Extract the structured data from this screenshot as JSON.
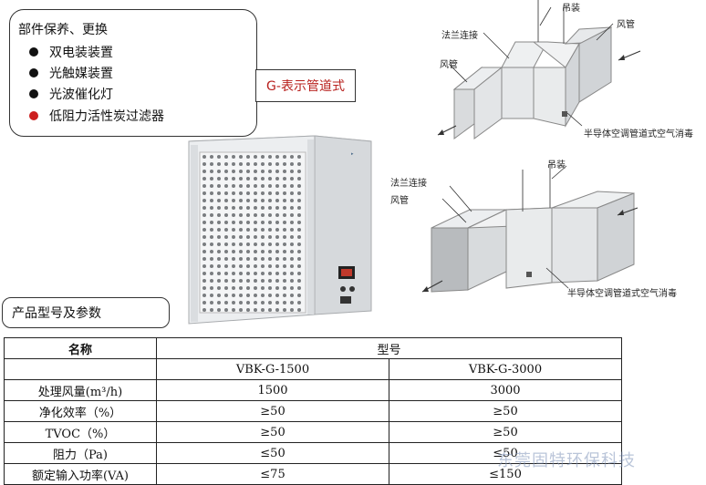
{
  "parts": {
    "title": "部件保养、更换",
    "items": [
      {
        "label": "双电装装置",
        "dot_color": "#111111"
      },
      {
        "label": "光触媒装置",
        "dot_color": "#111111"
      },
      {
        "label": "光波催化灯",
        "dot_color": "#111111"
      },
      {
        "label": "低阻力活性炭过滤器",
        "dot_color": "#cc1f1f"
      }
    ]
  },
  "g_label": "G-表示管道式",
  "model_section_title": "产品型号及参数",
  "diagram_top": {
    "hanger": "吊装",
    "flange": "法兰连接",
    "duct_right": "风管",
    "duct_left": "风管",
    "device": "半导体空调管道式空气消毒"
  },
  "diagram_bottom": {
    "hanger": "吊装",
    "flange": "法兰连接",
    "duct": "风管",
    "device": "半导体空调管道式空气消毒"
  },
  "table": {
    "col_name": "名称",
    "col_model": "型号",
    "models": [
      "VBK-G-1500",
      "VBK-G-3000"
    ],
    "rows": [
      {
        "name": "处理风量(m³/h)",
        "v1": "1500",
        "v2": "3000"
      },
      {
        "name": "净化效率（%）",
        "v1": "≥50",
        "v2": "≥50"
      },
      {
        "name": "TVOC（%）",
        "v1": "≥50",
        "v2": "≥50"
      },
      {
        "name": "阻力（Pa)",
        "v1": "≤50",
        "v2": "≤50"
      },
      {
        "name": "额定输入功率(VA)",
        "v1": "≤75",
        "v2": "≤150"
      }
    ]
  },
  "watermark": "东莞固特环保科技"
}
